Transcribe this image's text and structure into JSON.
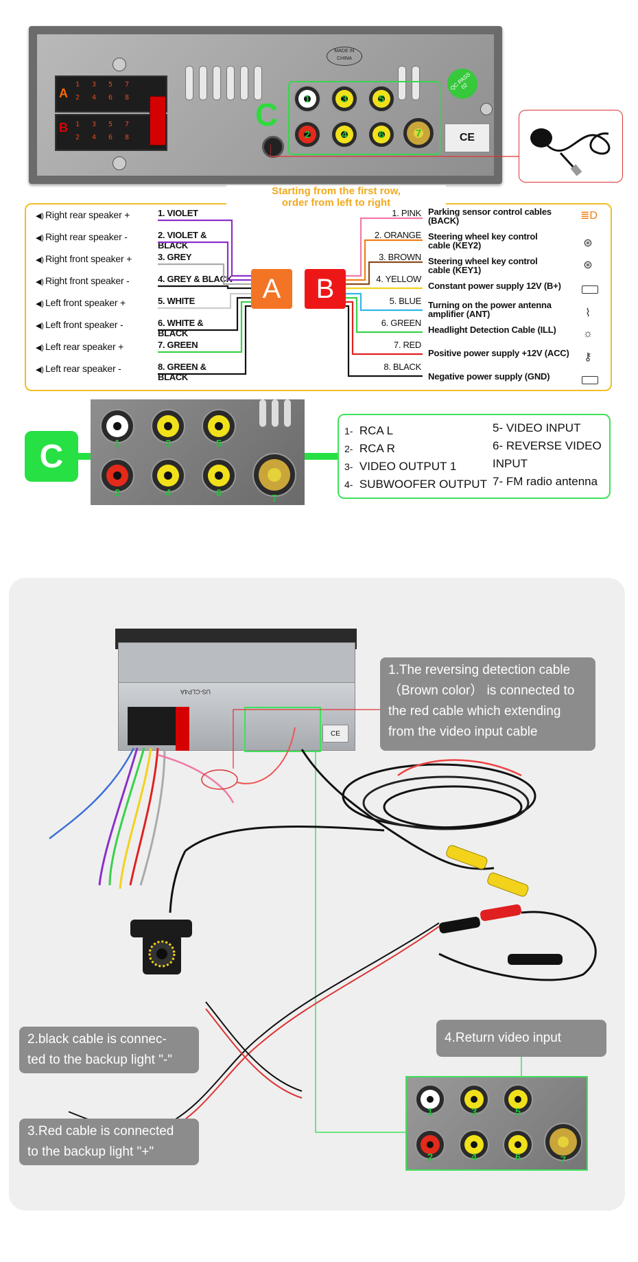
{
  "top_unit": {
    "iso_a": "A",
    "iso_b": "B",
    "iso_pins_a": [
      "1",
      "3",
      "5",
      "7",
      "2",
      "4",
      "6",
      "8"
    ],
    "iso_pins_b": [
      "1",
      "3",
      "5",
      "7",
      "2",
      "4",
      "6",
      "8"
    ],
    "c_label": "C",
    "rca_numbers": [
      "1",
      "3",
      "5",
      "2",
      "4",
      "6",
      "7"
    ],
    "made_in": "MADE IN CHINA",
    "qc": "QC PASS 02",
    "ce": "CE"
  },
  "wiring": {
    "heading_line1": "Starting from the first row,",
    "heading_line2": "order from left to right",
    "box_a": "A",
    "box_b": "B",
    "left_rows": [
      {
        "speaker": "Right rear speaker +",
        "wire": "1. VIOLET",
        "color": "#8b2fc9"
      },
      {
        "speaker": "Right rear speaker -",
        "wire": "2. VIOLET & BLACK",
        "color": "#8b2fc9"
      },
      {
        "speaker": "Right front speaker +",
        "wire": "3. GREY",
        "color": "#9a9a9a"
      },
      {
        "speaker": "Right front speaker -",
        "wire": "4. GREY & BLACK",
        "color": "#9a9a9a"
      },
      {
        "speaker": "Left front speaker +",
        "wire": "5. WHITE",
        "color": "#dddddd"
      },
      {
        "speaker": "Left front speaker -",
        "wire": "6. WHITE & BLACK",
        "color": "#dddddd"
      },
      {
        "speaker": "Left rear speaker +",
        "wire": "7. GREEN",
        "color": "#39d14a"
      },
      {
        "speaker": "Left rear speaker -",
        "wire": "8. GREEN & BLACK",
        "color": "#39d14a"
      }
    ],
    "right_rows": [
      {
        "wire": "1. PINK",
        "desc_line1": "Parking sensor control cables",
        "desc_line2": "(BACK)",
        "color": "#f07aa8",
        "icon": "headlight-icon"
      },
      {
        "wire": "2. ORANGE",
        "desc_line1": "Steering wheel key control",
        "desc_line2": "cable (KEY2)",
        "color": "#f07f16",
        "icon": "steering-wheel-icon"
      },
      {
        "wire": "3. BROWN",
        "desc_line1": "Steering wheel key control",
        "desc_line2": "cable (KEY1)",
        "color": "#8b4a1b",
        "icon": "steering-wheel-icon"
      },
      {
        "wire": "4. YELLOW",
        "desc_line1": "Constant power supply 12V (B+)",
        "desc_line2": "",
        "color": "#f2d21b",
        "icon": "battery-icon"
      },
      {
        "wire": "5. BLUE",
        "desc_line1": "Turning on the power antenna",
        "desc_line2": "amplifier (ANT)",
        "color": "#32b6e8",
        "icon": "antenna-icon"
      },
      {
        "wire": "6. GREEN",
        "desc_line1": "Headlight Detection Cable (ILL)",
        "desc_line2": "",
        "color": "#39d14a",
        "icon": "sun-icon"
      },
      {
        "wire": "7. RED",
        "desc_line1": "Positive power supply +12V (ACC)",
        "desc_line2": "",
        "color": "#e02020",
        "icon": "key-icon"
      },
      {
        "wire": "8. BLACK",
        "desc_line1": "Negative power supply (GND)",
        "desc_line2": "",
        "color": "#111111",
        "icon": "battery-icon"
      }
    ]
  },
  "c_section": {
    "label": "C",
    "numbers": [
      "1",
      "3",
      "5",
      "2",
      "4",
      "6",
      "7"
    ],
    "legend_left": [
      {
        "n": "1-",
        "text": "RCA L"
      },
      {
        "n": "2-",
        "text": "RCA R"
      },
      {
        "n": "3-",
        "text": "VIDEO OUTPUT 1"
      },
      {
        "n": "4-",
        "text": "SUBWOOFER OUTPUT"
      }
    ],
    "legend_right": [
      "5- VIDEO INPUT",
      "6- REVERSE VIDEO",
      "INPUT",
      "7- FM radio antenna"
    ]
  },
  "bottom": {
    "callout1": [
      "1.The reversing detection cable",
      "（Brown color） is connected to",
      "the red cable which extending",
      "from the video input cable"
    ],
    "callout2": [
      "2.black cable is connec-",
      "ted to the backup light \"-\""
    ],
    "callout3": [
      "3.Red cable is connected",
      "to the backup light \"+\""
    ],
    "callout4": "4.Return video input",
    "radio_label": "US-CLP4A",
    "panel_numbers": [
      "1",
      "3",
      "5",
      "2",
      "4",
      "6",
      "7"
    ]
  }
}
